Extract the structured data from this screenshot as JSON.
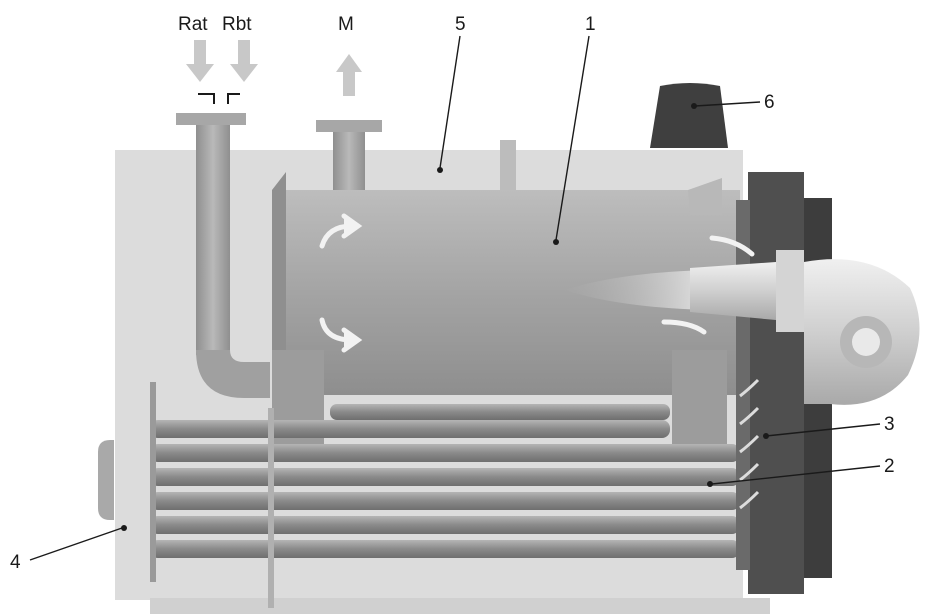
{
  "inlets": {
    "rat": "Rat",
    "rbt": "Rbt",
    "m": "M"
  },
  "callouts": [
    {
      "id": "1",
      "label": "1"
    },
    {
      "id": "2",
      "label": "2"
    },
    {
      "id": "3",
      "label": "3"
    },
    {
      "id": "4",
      "label": "4"
    },
    {
      "id": "5",
      "label": "5"
    },
    {
      "id": "6",
      "label": "6"
    }
  ],
  "colors": {
    "casing": "#d9d9d9",
    "vessel": "#a9a9a9",
    "tubes": "#8f8f8f",
    "door": "#4d4d4d",
    "burner": "#cfcfcf",
    "arrows": "#f2f2f2",
    "flow_arrows": "#c8c8c8",
    "label": "#1a1a1a"
  }
}
